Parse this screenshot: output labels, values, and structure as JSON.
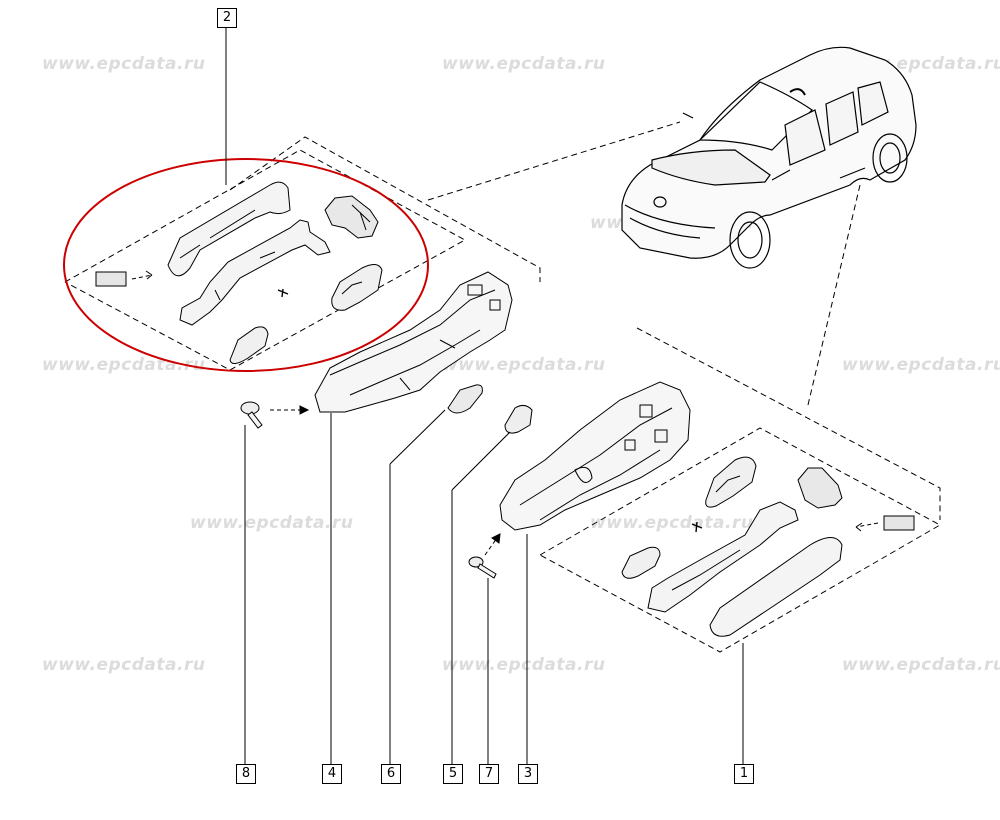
{
  "watermark": "www.epcdata.ru",
  "callouts": {
    "c1": "1",
    "c2": "2",
    "c3": "3",
    "c4": "4",
    "c5": "5",
    "c6": "6",
    "c7": "7",
    "c8": "8"
  },
  "colors": {
    "highlight_ellipse": "#cc0000",
    "line": "#000000",
    "watermark": "#dcdcdc"
  }
}
